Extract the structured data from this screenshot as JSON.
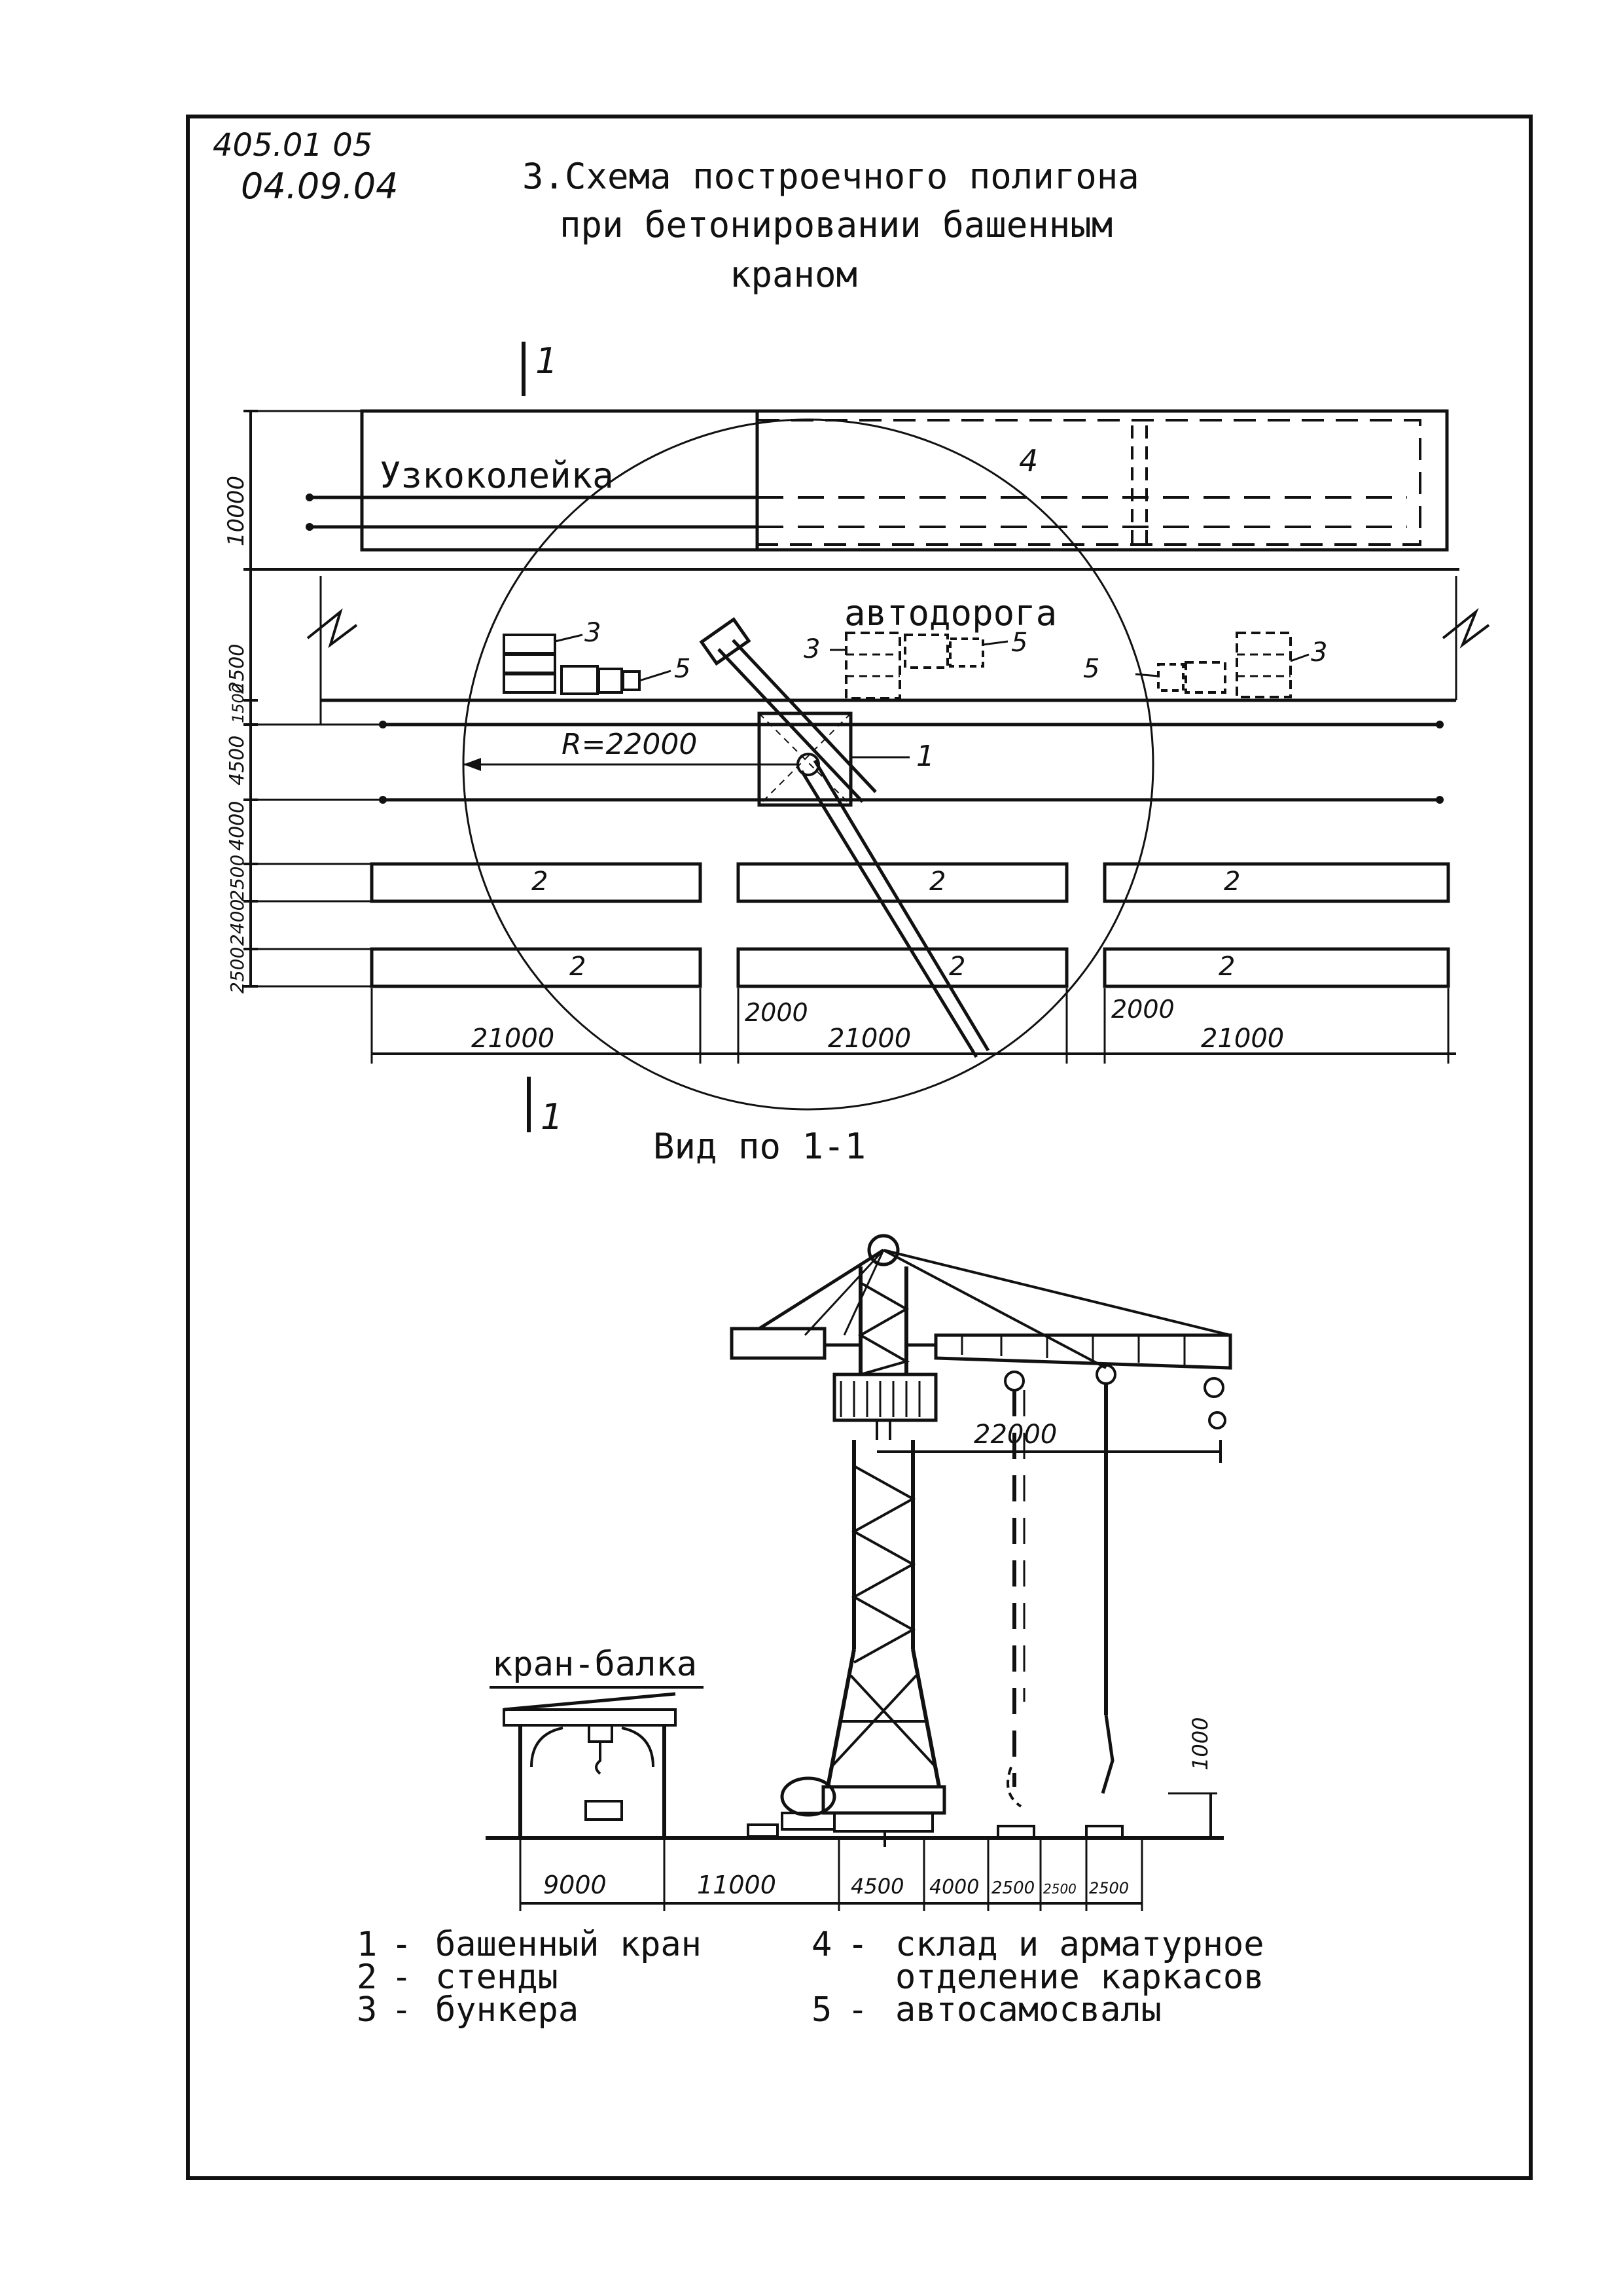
{
  "doc_codes": [
    "405.01 05",
    "04.09.04"
  ],
  "title": {
    "line1": "3.Схема построечного полигона",
    "line2": "при бетонировании башенным",
    "line3": "краном"
  },
  "section_mark": "1",
  "plan": {
    "narrow_gauge_label": "Узкоколейка",
    "road_label": "автодорога",
    "radius_label": "R=22000",
    "item_4": "4",
    "item_1": "1",
    "item_2": "2",
    "item_3": "3",
    "item_5": "5",
    "left_dims": [
      "10000",
      "2500",
      "1500",
      "4500",
      "4000",
      "2500",
      "2400",
      "2500"
    ],
    "bottom_dims": [
      "21000",
      "21000",
      "21000"
    ],
    "gap_dims": [
      "2000",
      "2000"
    ]
  },
  "view_label": "Вид по 1-1",
  "elevation": {
    "crane_beam_label": "кран-балка",
    "reach_label": "22000",
    "height_label": "1000",
    "bottom_dims": [
      "9000",
      "11000",
      "4500",
      "4000",
      "2500",
      "2500",
      "2500"
    ]
  },
  "legend": {
    "left": [
      {
        "num": "1",
        "text": "башенный кран"
      },
      {
        "num": "2",
        "text": "стенды"
      },
      {
        "num": "3",
        "text": "бункера"
      }
    ],
    "right": [
      {
        "num": "4",
        "text": "склад и арматурное",
        "text2": "отделение каркасов"
      },
      {
        "num": "5",
        "text": "автосамосвалы"
      }
    ]
  }
}
